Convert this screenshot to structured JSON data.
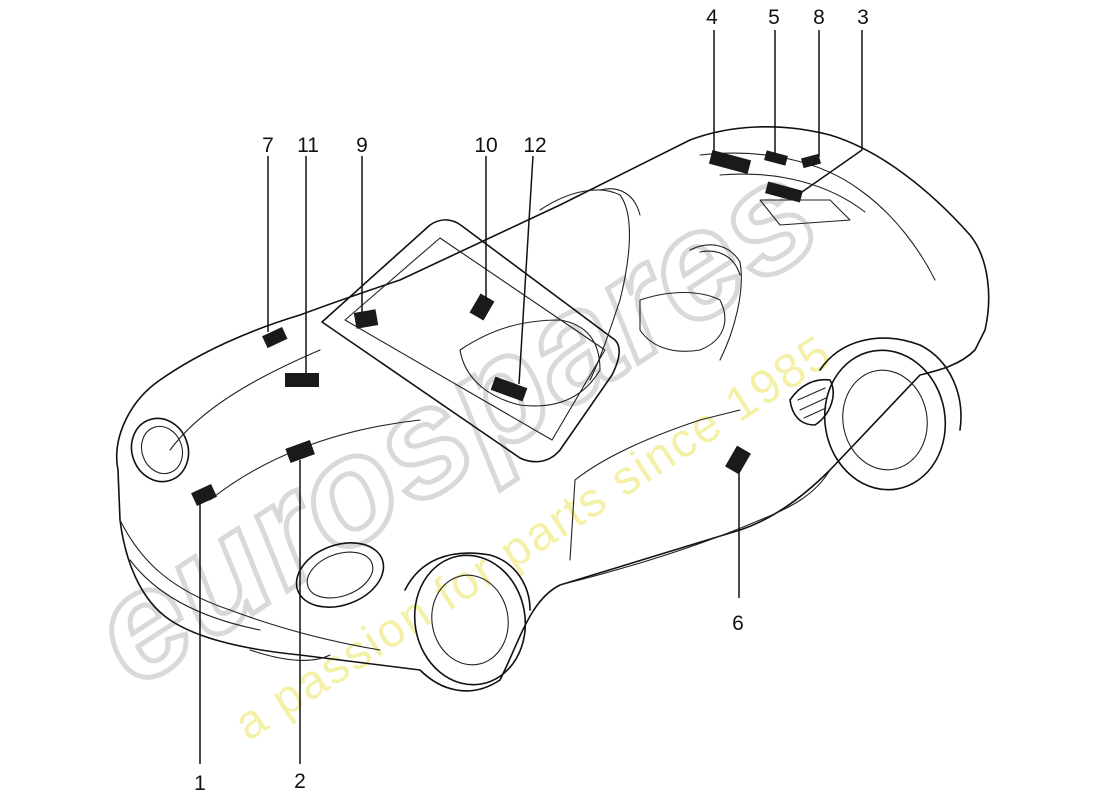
{
  "watermark": {
    "logo_text": "eurospares",
    "tagline": "a passion for parts since 1985"
  },
  "callouts": [
    {
      "id": "1",
      "text": "1"
    },
    {
      "id": "2",
      "text": "2"
    },
    {
      "id": "3",
      "text": "3"
    },
    {
      "id": "4",
      "text": "4"
    },
    {
      "id": "5",
      "text": "5"
    },
    {
      "id": "6",
      "text": "6"
    },
    {
      "id": "7",
      "text": "7"
    },
    {
      "id": "8",
      "text": "8"
    },
    {
      "id": "9",
      "text": "9"
    },
    {
      "id": "10",
      "text": "10"
    },
    {
      "id": "11",
      "text": "11"
    },
    {
      "id": "12",
      "text": "12"
    }
  ],
  "colors": {
    "line": "#111111",
    "label_patch": "#1a1a1a",
    "watermark_logo": "#d9d9d9",
    "watermark_tagline": "#f4f0a8"
  }
}
